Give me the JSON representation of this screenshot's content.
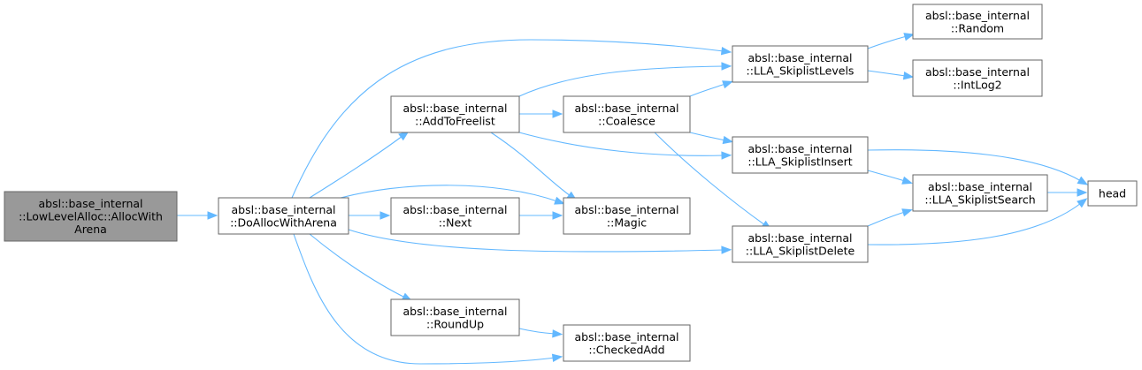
{
  "graph": {
    "nodes": [
      {
        "id": "allocwitharena",
        "lines": [
          "absl::base_internal",
          "::LowLevelAlloc::AllocWith",
          "Arena"
        ],
        "root": true
      },
      {
        "id": "doallocwitharena",
        "lines": [
          "absl::base_internal",
          "::DoAllocWithArena"
        ]
      },
      {
        "id": "addtofreelist",
        "lines": [
          "absl::base_internal",
          "::AddToFreelist"
        ]
      },
      {
        "id": "next",
        "lines": [
          "absl::base_internal",
          "::Next"
        ]
      },
      {
        "id": "roundup",
        "lines": [
          "absl::base_internal",
          "::RoundUp"
        ]
      },
      {
        "id": "coalesce",
        "lines": [
          "absl::base_internal",
          "::Coalesce"
        ]
      },
      {
        "id": "magic",
        "lines": [
          "absl::base_internal",
          "::Magic"
        ]
      },
      {
        "id": "checkedadd",
        "lines": [
          "absl::base_internal",
          "::CheckedAdd"
        ]
      },
      {
        "id": "skiplistlevels",
        "lines": [
          "absl::base_internal",
          "::LLA_SkiplistLevels"
        ]
      },
      {
        "id": "skiplistinsert",
        "lines": [
          "absl::base_internal",
          "::LLA_SkiplistInsert"
        ]
      },
      {
        "id": "skiplistdelete",
        "lines": [
          "absl::base_internal",
          "::LLA_SkiplistDelete"
        ]
      },
      {
        "id": "random",
        "lines": [
          "absl::base_internal",
          "::Random"
        ]
      },
      {
        "id": "intlog2",
        "lines": [
          "absl::base_internal",
          "::IntLog2"
        ]
      },
      {
        "id": "skiplistsearch",
        "lines": [
          "absl::base_internal",
          "::LLA_SkiplistSearch"
        ]
      },
      {
        "id": "head",
        "lines": [
          "head"
        ]
      }
    ],
    "edges": [
      [
        "allocwitharena",
        "doallocwitharena"
      ],
      [
        "doallocwitharena",
        "addtofreelist"
      ],
      [
        "doallocwitharena",
        "next"
      ],
      [
        "doallocwitharena",
        "magic"
      ],
      [
        "doallocwitharena",
        "roundup"
      ],
      [
        "doallocwitharena",
        "checkedadd"
      ],
      [
        "doallocwitharena",
        "skiplistlevels"
      ],
      [
        "doallocwitharena",
        "skiplistdelete"
      ],
      [
        "addtofreelist",
        "coalesce"
      ],
      [
        "addtofreelist",
        "skiplistlevels"
      ],
      [
        "addtofreelist",
        "skiplistinsert"
      ],
      [
        "addtofreelist",
        "magic"
      ],
      [
        "next",
        "magic"
      ],
      [
        "roundup",
        "checkedadd"
      ],
      [
        "coalesce",
        "skiplistlevels"
      ],
      [
        "coalesce",
        "skiplistinsert"
      ],
      [
        "coalesce",
        "skiplistdelete"
      ],
      [
        "skiplistlevels",
        "random"
      ],
      [
        "skiplistlevels",
        "intlog2"
      ],
      [
        "skiplistinsert",
        "skiplistsearch"
      ],
      [
        "skiplistinsert",
        "head"
      ],
      [
        "skiplistdelete",
        "skiplistsearch"
      ],
      [
        "skiplistdelete",
        "head"
      ],
      [
        "skiplistsearch",
        "head"
      ]
    ],
    "colors": {
      "edge": "#63b8ff",
      "node_border": "#666666",
      "node_fill": "#ffffff",
      "root_fill": "#999999"
    }
  }
}
